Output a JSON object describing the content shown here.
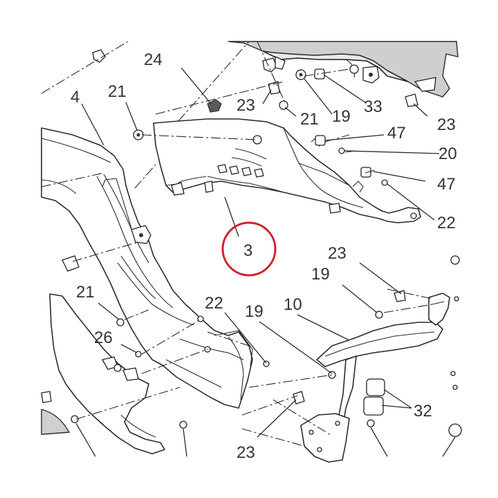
{
  "labels": {
    "l24": "24",
    "l4": "4",
    "l21a": "21",
    "l23a": "23",
    "l21b": "21",
    "l19a": "19",
    "l33": "33",
    "l23b": "23",
    "l47a": "47",
    "l20": "20",
    "l47b": "47",
    "l22a": "22",
    "l3": "3",
    "l23c": "23",
    "l19b": "19",
    "l21c": "21",
    "l22b": "22",
    "l19c": "19",
    "l10": "10",
    "l26": "26",
    "l32": "32",
    "l23d": "23"
  },
  "colors": {
    "highlight_ring": "#d0202a",
    "fairing_shade": "#c9c9cc",
    "line": "#2a2a2a"
  }
}
